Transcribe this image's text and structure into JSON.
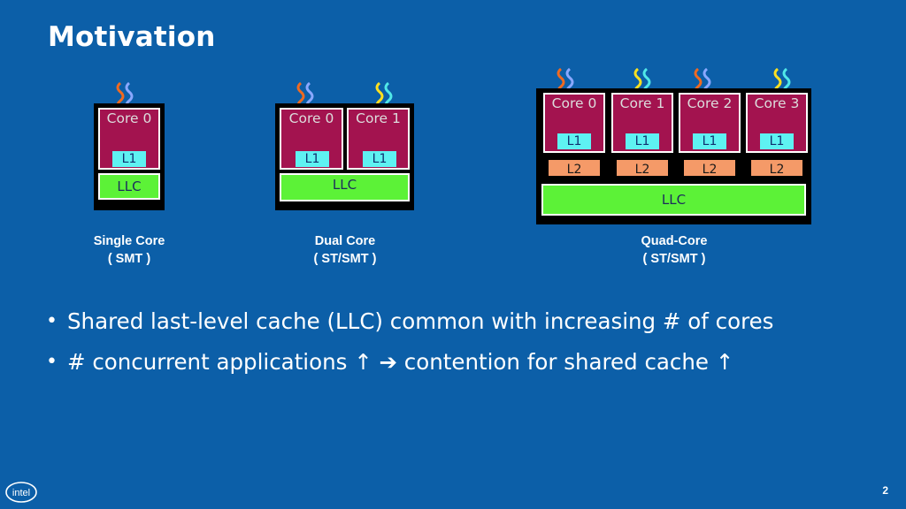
{
  "title": "Motivation",
  "diagrams": {
    "single": {
      "cores": [
        "Core 0"
      ],
      "l1": "L1",
      "llc": "LLC",
      "caption_line1": "Single Core",
      "caption_line2": "( SMT )"
    },
    "dual": {
      "cores": [
        "Core 0",
        "Core 1"
      ],
      "l1": "L1",
      "llc": "LLC",
      "caption_line1": "Dual Core",
      "caption_line2": "( ST/SMT )"
    },
    "quad": {
      "cores": [
        "Core 0",
        "Core 1",
        "Core 2",
        "Core 3"
      ],
      "l1": "L1",
      "l2": "L2",
      "llc": "LLC",
      "caption_line1": "Quad-Core",
      "caption_line2": "( ST/SMT )"
    }
  },
  "bullets": [
    "Shared last-level cache (LLC) common with increasing # of cores",
    "# concurrent applications ↑ ➔ contention for shared cache ↑"
  ],
  "logo_text": "intel",
  "page_number": "2",
  "colors": {
    "background": "#0c5fa8",
    "core": "#a3134f",
    "l1": "#5ef2f2",
    "l2": "#f59a68",
    "llc": "#5cf237",
    "thread_orange": "#f06a20",
    "thread_blue": "#8aa8ff",
    "thread_yellow": "#ffe020",
    "thread_cyan": "#50e8e8"
  }
}
